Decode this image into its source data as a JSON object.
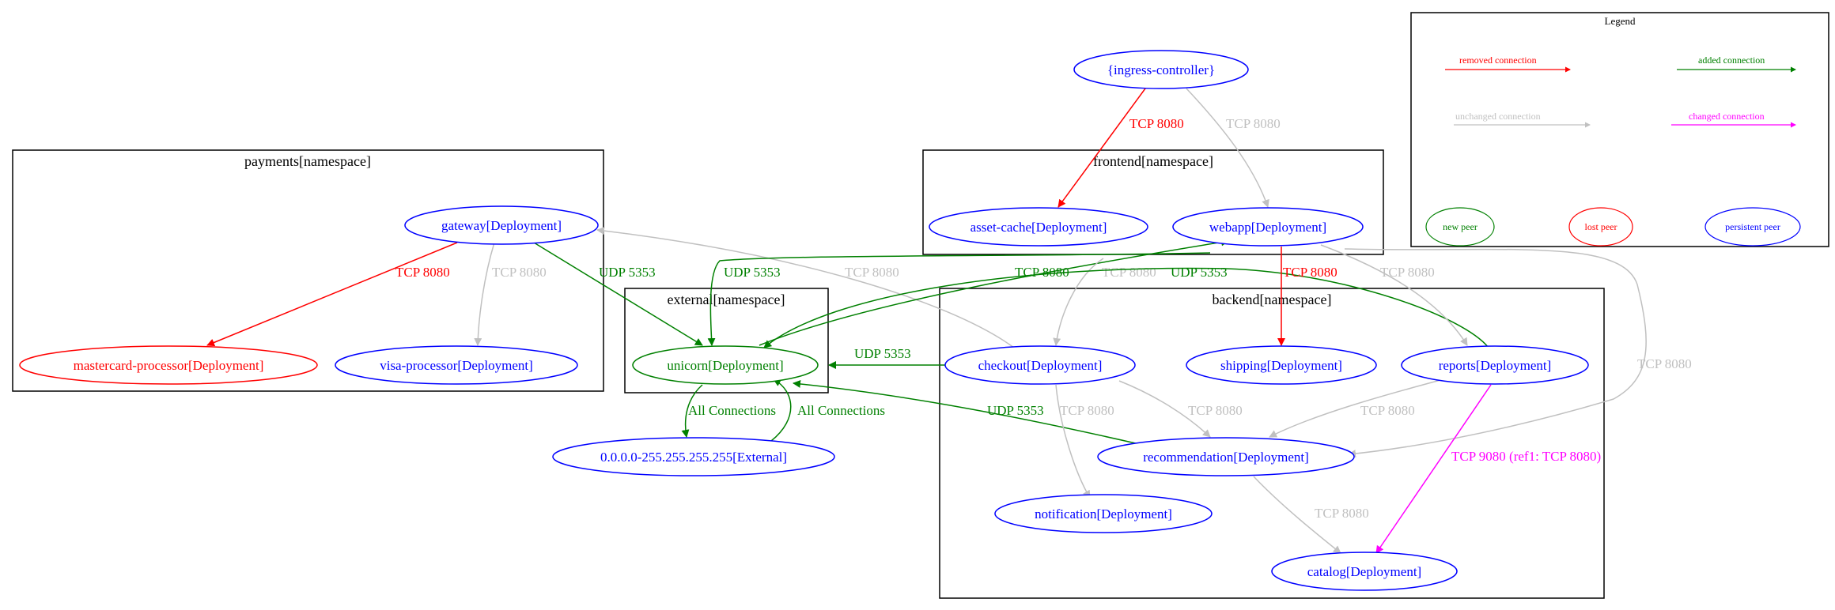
{
  "colors": {
    "removed": "#ff0000",
    "added": "#008000",
    "unchanged": "#c0c0c0",
    "changed": "#ff00ff",
    "persistent": "#0000ff",
    "frame": "#000000"
  },
  "namespaces": {
    "payments": "payments[namespace]",
    "frontend": "frontend[namespace]",
    "external": "external[namespace]",
    "backend": "backend[namespace]"
  },
  "nodes": {
    "ingress": "{ingress-controller}",
    "asset_cache": "asset-cache[Deployment]",
    "webapp": "webapp[Deployment]",
    "gateway": "gateway[Deployment]",
    "mastercard": "mastercard-processor[Deployment]",
    "visa": "visa-processor[Deployment]",
    "unicorn": "unicorn[Deployment]",
    "external_ip": "0.0.0.0-255.255.255.255[External]",
    "checkout": "checkout[Deployment]",
    "shipping": "shipping[Deployment]",
    "reports": "reports[Deployment]",
    "recommendation": "recommendation[Deployment]",
    "notification": "notification[Deployment]",
    "catalog": "catalog[Deployment]"
  },
  "edges": {
    "ingress_assetcache": "TCP 8080",
    "ingress_webapp": "TCP 8080",
    "gateway_mastercard": "TCP 8080",
    "gateway_visa": "TCP 8080",
    "gateway_unicorn": "UDP 5353",
    "checkout_gateway": "TCP 8080",
    "webapp_unicorn": "UDP 5353",
    "unicorn_webapp": "TCP 8080",
    "webapp_checkout": "TCP 8080",
    "reports_unicorn": "UDP 5353",
    "webapp_shipping": "TCP 8080",
    "webapp_reports": "TCP 8080",
    "webapp_recommendation": "TCP 8080",
    "checkout_unicorn": "UDP 5353",
    "unicorn_external": "All Connections",
    "external_unicorn": "All Connections",
    "recommendation_unicorn": "UDP 5353",
    "checkout_notification": "TCP 8080",
    "checkout_recommendation": "TCP 8080",
    "reports_recommendation": "TCP 8080",
    "reports_catalog": "TCP 9080 (ref1: TCP 8080)",
    "recommendation_catalog": "TCP 8080"
  },
  "legend": {
    "title": "Legend",
    "removed": "removed connection",
    "added": "added connection",
    "unchanged": "unchanged connection",
    "changed": "changed connection",
    "new_peer": "new peer",
    "lost_peer": "lost peer",
    "persistent_peer": "persistent peer"
  }
}
